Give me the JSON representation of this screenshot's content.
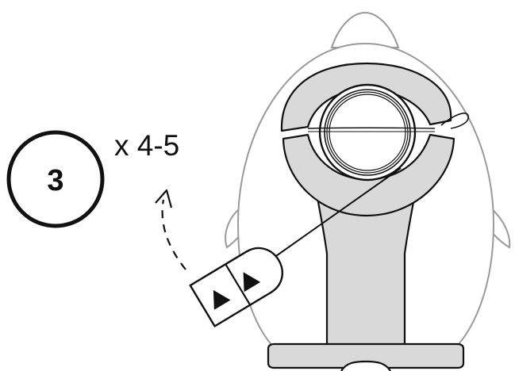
{
  "step": {
    "number": "3",
    "repeat": "x 4-5"
  },
  "colors": {
    "ink": "#111111",
    "fill_gray": "#d9d9d9",
    "outline_gray": "#9a9a9a",
    "background": "#ffffff"
  },
  "icons": {
    "pedal_arrows": "double-triangle-arrow",
    "rotation_hint": "dashed-curved-arrow"
  }
}
